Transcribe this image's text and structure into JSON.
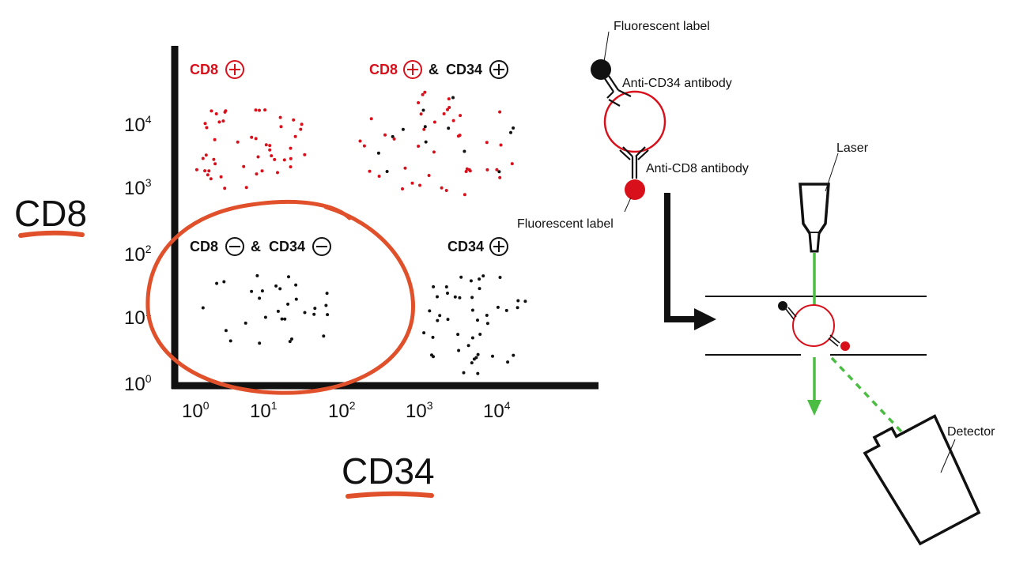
{
  "axes": {
    "y_label": "CD8",
    "x_label": "CD34",
    "y_ticks": [
      {
        "base": "10",
        "exp": "4"
      },
      {
        "base": "10",
        "exp": "3"
      },
      {
        "base": "10",
        "exp": "2"
      },
      {
        "base": "10",
        "exp": "1"
      },
      {
        "base": "10",
        "exp": "0"
      }
    ],
    "x_ticks": [
      {
        "base": "10",
        "exp": "0"
      },
      {
        "base": "10",
        "exp": "1"
      },
      {
        "base": "10",
        "exp": "2"
      },
      {
        "base": "10",
        "exp": "3"
      },
      {
        "base": "10",
        "exp": "4"
      }
    ]
  },
  "quadrants": {
    "top_left": {
      "cd8": "CD8"
    },
    "top_right": {
      "cd8": "CD8",
      "joiner": "&",
      "cd34": "CD34"
    },
    "bottom_left": {
      "cd8": "CD8",
      "joiner": "&",
      "cd34": "CD34"
    },
    "bottom_right": {
      "cd34": "CD34"
    }
  },
  "diagram": {
    "fluorescent_label_top": "Fluorescent label",
    "anti_cd34": "Anti-CD34 antibody",
    "anti_cd8": "Anti-CD8 antibody",
    "fluorescent_label_bottom": "Fluorescent label",
    "laser": "Laser",
    "detector": "Detector"
  },
  "colors": {
    "red": "#d8101b",
    "black": "#111111",
    "highlight": "#e0502a",
    "laser_green": "#4cbd43"
  }
}
